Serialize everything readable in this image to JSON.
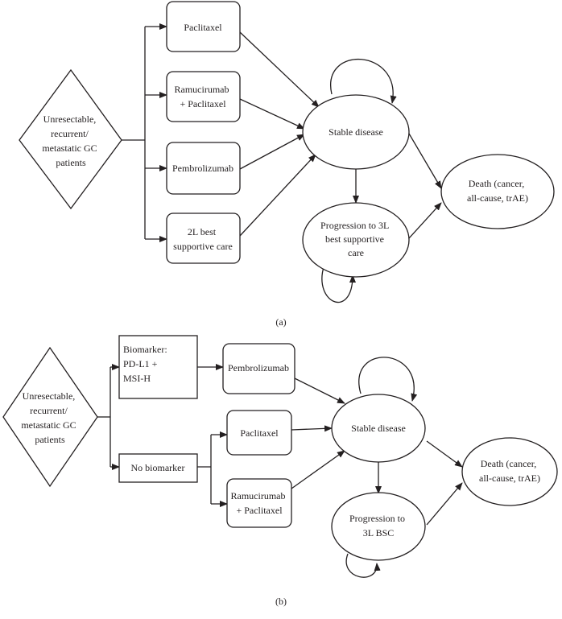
{
  "diagram_a": {
    "caption": "(a)",
    "start": {
      "lines": [
        "Unresectable,",
        "recurrent/",
        "metastatic GC",
        "patients"
      ]
    },
    "treatments": [
      {
        "lines": [
          "Paclitaxel"
        ]
      },
      {
        "lines": [
          "Ramucirumab",
          "+ Paclitaxel"
        ]
      },
      {
        "lines": [
          "Pembrolizumab"
        ]
      },
      {
        "lines": [
          "2L best",
          "supportive care"
        ]
      }
    ],
    "stable": {
      "lines": [
        "Stable disease"
      ]
    },
    "progression": {
      "lines": [
        "Progression to 3L",
        "best supportive",
        "care"
      ]
    },
    "death": {
      "lines": [
        "Death (cancer,",
        "all-cause, trAE)"
      ]
    }
  },
  "diagram_b": {
    "caption": "(b)",
    "start": {
      "lines": [
        "Unresectable,",
        "recurrent/",
        "metastatic GC",
        "patients"
      ]
    },
    "biomarker": {
      "lines": [
        "Biomarker:",
        "PD-L1 +",
        "MSI-H"
      ]
    },
    "no_biomarker": {
      "lines": [
        "No biomarker"
      ]
    },
    "pembrolizumab": {
      "lines": [
        "Pembrolizumab"
      ]
    },
    "paclitaxel": {
      "lines": [
        "Paclitaxel"
      ]
    },
    "ramucirumab": {
      "lines": [
        "Ramucirumab",
        "+ Paclitaxel"
      ]
    },
    "stable": {
      "lines": [
        "Stable disease"
      ]
    },
    "progression": {
      "lines": [
        "Progression to",
        "3L BSC"
      ]
    },
    "death": {
      "lines": [
        "Death (cancer,",
        "all-cause, trAE)"
      ]
    }
  }
}
